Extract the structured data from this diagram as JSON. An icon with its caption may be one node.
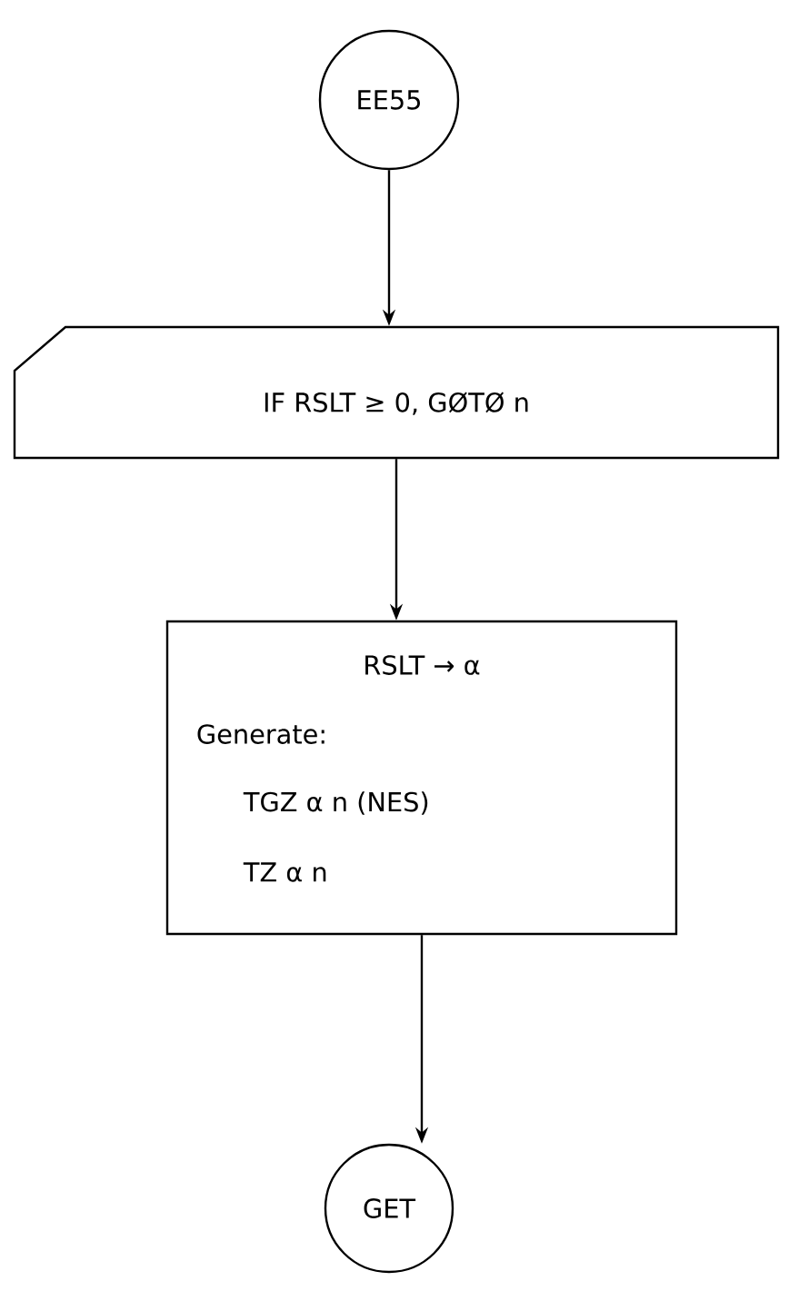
{
  "diagram": {
    "nodes": [
      {
        "text": [
          "EE55"
        ]
      },
      {
        "text": [
          "IF RSLT ≥ 0, GØTØ n"
        ]
      },
      {
        "text": [
          "RSLT → α",
          "Generate:",
          "TGZ α n (NES)",
          "TZ α n"
        ]
      },
      {
        "text": [
          "GET"
        ]
      }
    ],
    "edges": [
      {
        "from": 0,
        "to": 1,
        "arrow": "to"
      },
      {
        "from": 1,
        "to": 2,
        "arrow": "to"
      },
      {
        "from": 2,
        "to": 3,
        "arrow": "to"
      }
    ]
  }
}
